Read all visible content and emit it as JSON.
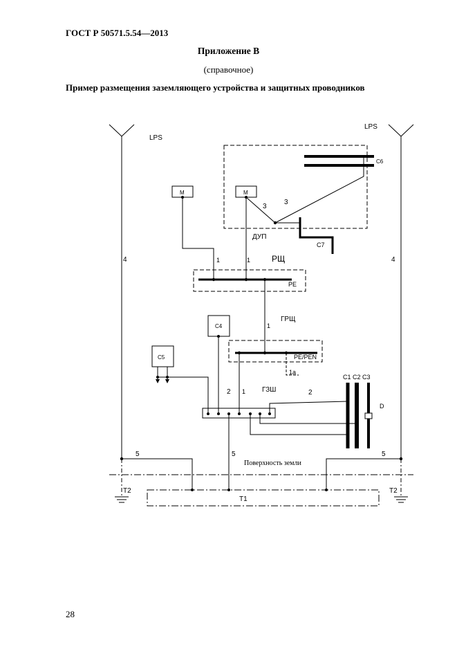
{
  "header": {
    "standard": "ГОСТ Р 50571.5.54—2013",
    "appendix": "Приложение В",
    "reference": "(справочное)",
    "caption": "Пример размещения заземляющего устройства и защитных проводников"
  },
  "page_number": "28",
  "diagram": {
    "lps_left": "LPS",
    "lps_right": "LPS",
    "motor_1": "M",
    "motor_2": "M",
    "c6": "C6",
    "c7": "C7",
    "c4": "C4",
    "c5": "C5",
    "dup": "ДУП",
    "rsch": "РЩ",
    "pe": "PE",
    "grsch": "ГРЩ",
    "pe_pen": "PE/PEN",
    "label_1a": "1a",
    "gzsh": "ГЗШ",
    "c1c2c3": "C1 C2 C3",
    "d": "D",
    "surface": "Поверхность земли",
    "t1": "T1",
    "t2_left": "T2",
    "t2_right": "T2",
    "n4_left": "4",
    "n4_right": "4",
    "n5_left": "5",
    "n5_mid": "5",
    "n5_right": "5",
    "n3_a": "3",
    "n3_b": "3",
    "n1_a": "1",
    "n1_b": "1",
    "n1_c": "1",
    "n1_d": "1",
    "n2_a": "2",
    "n2_b": "2"
  }
}
